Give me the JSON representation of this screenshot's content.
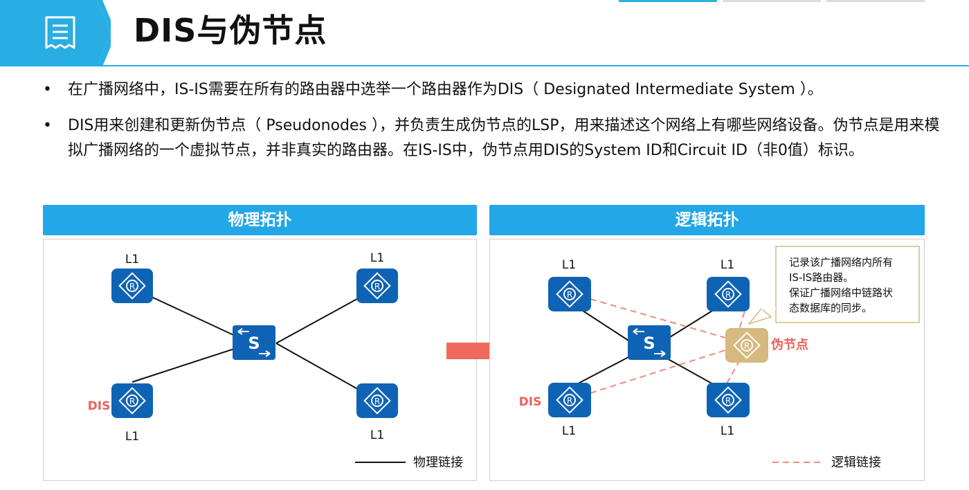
{
  "header": {
    "title": "DIS与伪节点",
    "icon": "document-icon",
    "accent_color": "#29aee3"
  },
  "bullets": [
    "在广播网络中，IS-IS需要在所有的路由器中选举一个路由器作为DIS（ Designated Intermediate System ）。",
    "DIS用来创建和更新伪节点（ Pseudonodes ），并负责生成伪节点的LSP，用来描述这个网络上有哪些网络设备。伪节点是用来模拟广播网络的一个虚拟节点，并非真实的路由器。在IS-IS中，伪节点用DIS的System ID和Circuit ID（非0值）标识。"
  ],
  "physical": {
    "title": "物理拓扑",
    "level_label": "L1",
    "dis_label": "DIS",
    "router_symbol": "R",
    "switch_symbol": "S",
    "legend": "物理链接"
  },
  "logical": {
    "title": "逻辑拓扑",
    "level_label": "L1",
    "dis_label": "DIS",
    "router_symbol": "R",
    "switch_symbol": "S",
    "pseudonode_label": "伪节点",
    "callout_lines": [
      "记录该广播网络内所有",
      "IS-IS路由器。",
      "保证广播网络中链路状",
      "态数据库的同步。"
    ],
    "legend": "逻辑链接"
  },
  "colors": {
    "panel_header": "#22a7e8",
    "router": "#0f63b5",
    "pseudonode": "#d5b97e",
    "dis_text": "#e8625a",
    "logical_link": "#ef8a7c",
    "arrow": "#ee6a5c"
  }
}
